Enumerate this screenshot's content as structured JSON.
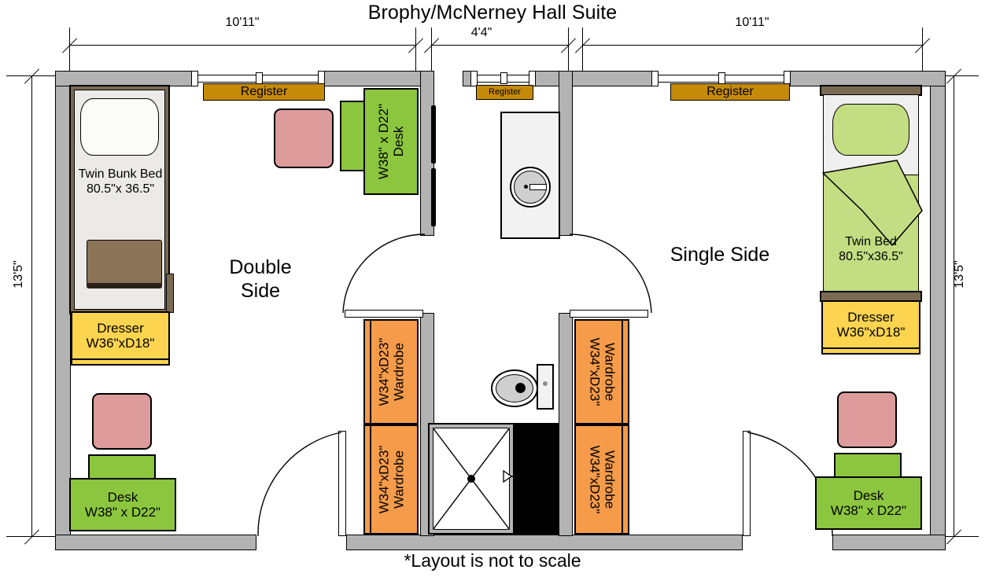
{
  "plan": {
    "title": "Brophy/McNerney Hall Suite",
    "footnote": "*Layout is not to scale",
    "colors": {
      "wall": "#b3b3b3",
      "desk": "#8cc63e",
      "dresser": "#fcd44f",
      "wardrobe": "#f59b4a",
      "register": "#c68a09",
      "chair": "#dd9b9b",
      "bedding_green": "#c3dd82",
      "bed_frame": "#7b6a53",
      "blanket_brown": "#8b7357"
    }
  },
  "dimensions": {
    "top_left": "10'11\"",
    "top_center": "4'4\"",
    "top_right": "10'11\"",
    "left_height": "13'5\"",
    "right_height": "13'5\""
  },
  "rooms": [
    {
      "id": "double",
      "label_line1": "Double",
      "label_line2": "Side"
    },
    {
      "id": "single",
      "label_line1": "Single Side",
      "label_line2": ""
    }
  ],
  "registers": [
    {
      "id": "register-left",
      "label": "Register"
    },
    {
      "id": "register-center",
      "label": "Register"
    },
    {
      "id": "register-right",
      "label": "Register"
    }
  ],
  "furniture": {
    "bunk_bed": {
      "name_line1": "Twin Bunk Bed",
      "name_line2": "80.5\"x 36.5\""
    },
    "twin_bed": {
      "name_line1": "Twin Bed",
      "name_line2": "80.5\"x36.5\""
    },
    "dresser_left": {
      "name_line1": "Dresser",
      "name_line2": "W36\"xD18\""
    },
    "dresser_right": {
      "name_line1": "Dresser",
      "name_line2": "W36\"xD18\""
    },
    "desk_upper_left": {
      "name_line1": "Desk",
      "name_line2": "W38\" x D22\""
    },
    "desk_lower_left": {
      "name_line1": "Desk",
      "name_line2": "W38\" x D22\""
    },
    "desk_lower_right": {
      "name_line1": "Desk",
      "name_line2": "W38\" x D22\""
    },
    "wardrobes": [
      {
        "id": "wardrobe-left-upper",
        "name_line1": "Wardrobe",
        "name_line2": "W34\"xD23\""
      },
      {
        "id": "wardrobe-left-lower",
        "name_line1": "Wardrobe",
        "name_line2": "W34\"xD23\""
      },
      {
        "id": "wardrobe-right-upper",
        "name_line1": "Wardrobe",
        "name_line2": "W34\"xD23\""
      },
      {
        "id": "wardrobe-right-lower",
        "name_line1": "Wardrobe",
        "name_line2": "W34\"xD23\""
      }
    ]
  },
  "fixtures": [
    {
      "id": "sink",
      "icon": "sink-icon"
    },
    {
      "id": "toilet",
      "icon": "toilet-icon"
    },
    {
      "id": "shower",
      "icon": "shower-icon"
    }
  ]
}
